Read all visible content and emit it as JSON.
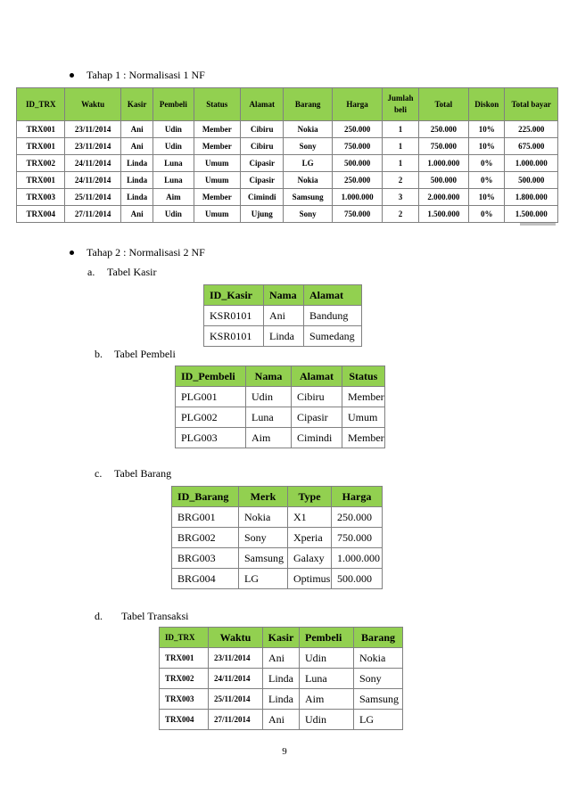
{
  "sections": {
    "nf1_heading": "Tahap  1 : Normalisasi   1 NF",
    "nf2_heading": "Tahap  2 : Normalisasi   2 NF",
    "a_letter": "a.",
    "a_label": "Tabel Kasir",
    "b_letter": "b.",
    "b_label": "Tabel Pembeli",
    "c_letter": "c.",
    "c_label": "Tabel Barang",
    "d_letter": "d.",
    "d_label": "Tabel Transaksi"
  },
  "nf1_table": {
    "headers": [
      "ID_TRX",
      "Waktu",
      "Kasir",
      "Pembeli",
      "Status",
      "Alamat",
      "Barang",
      "Harga",
      "Jumlah beli",
      "Total",
      "Diskon",
      "Total bayar"
    ],
    "rows": [
      [
        "TRX001",
        "23/11/2014",
        "Ani",
        "Udin",
        "Member",
        "Cibiru",
        "Nokia",
        "250.000",
        "1",
        "250.000",
        "10%",
        "225.000"
      ],
      [
        "TRX001",
        "23/11/2014",
        "Ani",
        "Udin",
        "Member",
        "Cibiru",
        "Sony",
        "750.000",
        "1",
        "750.000",
        "10%",
        "675.000"
      ],
      [
        "TRX002",
        "24/11/2014",
        "Linda",
        "Luna",
        "Umum",
        "Cipasir",
        "LG",
        "500.000",
        "1",
        "1.000.000",
        "0%",
        "1.000.000"
      ],
      [
        "TRX001",
        "24/11/2014",
        "Linda",
        "Luna",
        "Umum",
        "Cipasir",
        "Nokia",
        "250.000",
        "2",
        "500.000",
        "0%",
        "500.000"
      ],
      [
        "TRX003",
        "25/11/2014",
        "Linda",
        "Aim",
        "Member",
        "Cimindi",
        "Samsung",
        "1.000.000",
        "3",
        "2.000.000",
        "10%",
        "1.800.000"
      ],
      [
        "TRX004",
        "27/11/2014",
        "Ani",
        "Udin",
        "Umum",
        "Ujung",
        "Sony",
        "750.000",
        "2",
        "1.500.000",
        "0%",
        "1.500.000"
      ]
    ]
  },
  "kasir_table": {
    "headers": [
      "ID_Kasir",
      "Nama",
      "Alamat"
    ],
    "rows": [
      [
        "KSR0101",
        "Ani",
        "Bandung"
      ],
      [
        "KSR0101",
        "Linda",
        "Sumedang"
      ]
    ]
  },
  "pembeli_table": {
    "headers": [
      "ID_Pembeli",
      "Nama",
      "Alamat",
      "Status"
    ],
    "rows": [
      [
        "PLG001",
        "Udin",
        "Cibiru",
        "Member"
      ],
      [
        "PLG002",
        "Luna",
        "Cipasir",
        "Umum"
      ],
      [
        "PLG003",
        "Aim",
        "Cimindi",
        "Member"
      ]
    ]
  },
  "barang_table": {
    "headers": [
      "ID_Barang",
      "Merk",
      "Type",
      "Harga"
    ],
    "rows": [
      [
        "BRG001",
        "Nokia",
        "X1",
        "250.000"
      ],
      [
        "BRG002",
        "Sony",
        "Xperia",
        "750.000"
      ],
      [
        "BRG003",
        "Samsung",
        "Galaxy",
        "1.000.000"
      ],
      [
        "BRG004",
        "LG",
        "Optimus",
        "500.000"
      ]
    ]
  },
  "transaksi_table": {
    "headers": [
      "ID_TRX",
      "Waktu",
      "Kasir",
      "Pembeli",
      "Barang"
    ],
    "rows": [
      [
        "TRX001",
        "23/11/2014",
        "Ani",
        "Udin",
        "Nokia"
      ],
      [
        "TRX002",
        "24/11/2014",
        "Linda",
        "Luna",
        "Sony"
      ],
      [
        "TRX003",
        "25/11/2014",
        "Linda",
        "Aim",
        "Samsung"
      ],
      [
        "TRX004",
        "27/11/2014",
        "Ani",
        "Udin",
        "LG"
      ]
    ]
  },
  "page_number": "9"
}
